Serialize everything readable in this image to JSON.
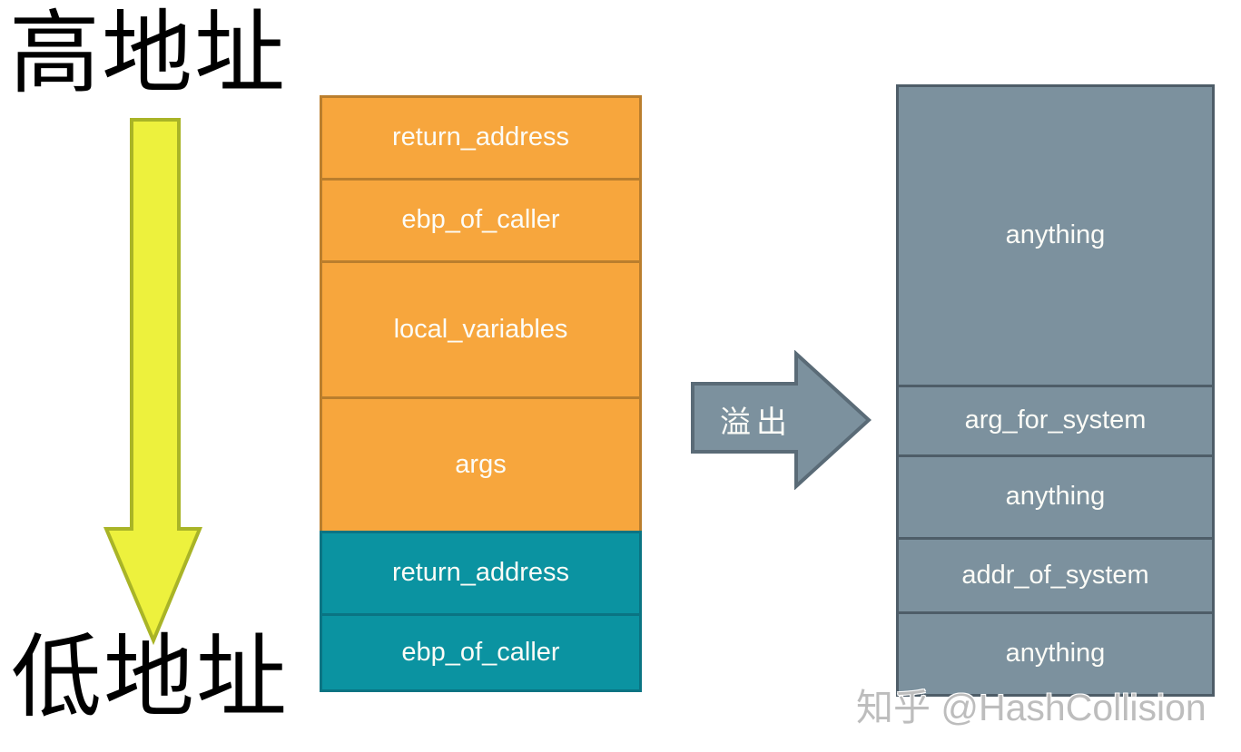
{
  "colors": {
    "orange_fill": "#F7A63D",
    "orange_border": "#BA7E2D",
    "teal_fill": "#0B93A1",
    "teal_border": "#0A7483",
    "gray_fill": "#7C919E",
    "gray_border": "#4E5D68",
    "yellow_fill": "#EDF13D",
    "yellow_border": "#A9B427",
    "label_text": "#FCFCF7",
    "address_text": "#000000",
    "watermark_color": "#BDBDBD"
  },
  "address_labels": {
    "high": "高地址",
    "low": "低地址"
  },
  "down_arrow": {
    "meaning": "address-decreasing-direction"
  },
  "overflow_arrow": {
    "label": "溢出"
  },
  "before_stack": {
    "segments": [
      {
        "label": "return_address",
        "color_group": "orange"
      },
      {
        "label": "ebp_of_caller",
        "color_group": "orange"
      },
      {
        "label": "local_variables",
        "color_group": "orange"
      },
      {
        "label": "args",
        "color_group": "orange"
      },
      {
        "label": "return_address",
        "color_group": "teal"
      },
      {
        "label": "ebp_of_caller",
        "color_group": "teal"
      }
    ]
  },
  "after_stack": {
    "segments": [
      {
        "label": "anything",
        "color_group": "gray"
      },
      {
        "label": "arg_for_system",
        "color_group": "gray"
      },
      {
        "label": "anything",
        "color_group": "gray"
      },
      {
        "label": "addr_of_system",
        "color_group": "gray"
      },
      {
        "label": "anything",
        "color_group": "gray"
      }
    ]
  },
  "watermark": "知乎 @HashCollision"
}
